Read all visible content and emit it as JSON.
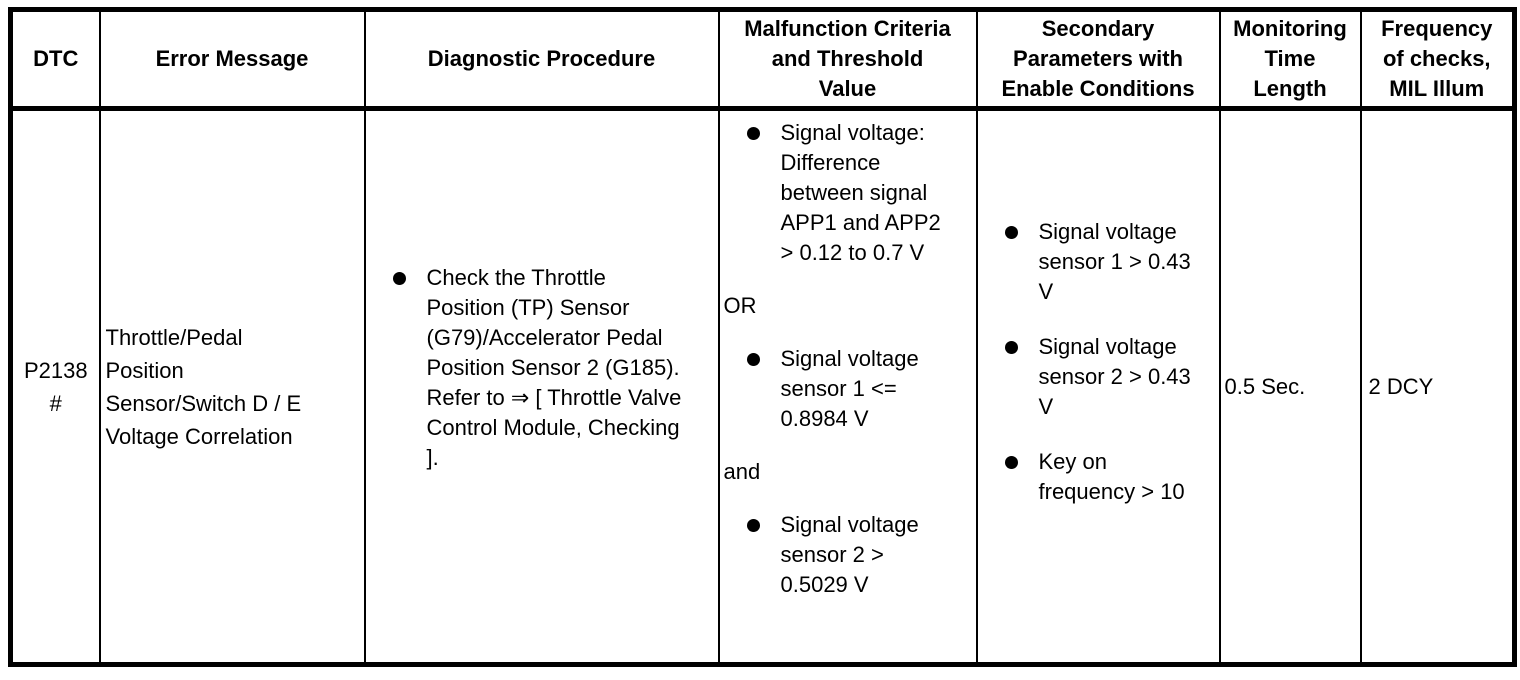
{
  "table": {
    "headers": [
      "DTC",
      "Error Message",
      "Diagnostic Procedure",
      "Malfunction Criteria\nand Threshold\nValue",
      "Secondary\nParameters with\nEnable Conditions",
      "Monitoring\nTime\nLength",
      "Frequency\nof checks,\nMIL Illum"
    ],
    "row": {
      "dtc": {
        "code": "P2138",
        "flag": "#"
      },
      "error_message": "Throttle/Pedal\nPosition\nSensor/Switch D / E\nVoltage Correlation",
      "diagnostic_procedure": [
        "Check the Throttle\nPosition (TP) Sensor\n(G79)/Accelerator Pedal\nPosition Sensor 2 (G185).\nRefer to ⇒ [ Throttle Valve\nControl Module, Checking\n]."
      ],
      "malfunction_criteria": [
        {
          "type": "bullet",
          "text": "Signal voltage:\nDifference\nbetween signal\nAPP1 and APP2\n> 0.12 to 0.7 V"
        },
        {
          "type": "connector",
          "text": "OR"
        },
        {
          "type": "bullet",
          "text": "Signal voltage\nsensor 1 <=\n0.8984 V"
        },
        {
          "type": "connector",
          "text": "and"
        },
        {
          "type": "bullet",
          "text": "Signal voltage\nsensor 2 >\n0.5029 V"
        }
      ],
      "secondary_parameters": [
        "Signal voltage\nsensor 1 > 0.43\nV",
        "Signal voltage\nsensor 2 > 0.43\nV",
        "Key on\nfrequency > 10"
      ],
      "monitoring_time": "0.5 Sec.",
      "frequency_of_checks": "2 DCY"
    },
    "colors": {
      "border": "#000000",
      "text": "#000000",
      "background": "#ffffff"
    }
  }
}
